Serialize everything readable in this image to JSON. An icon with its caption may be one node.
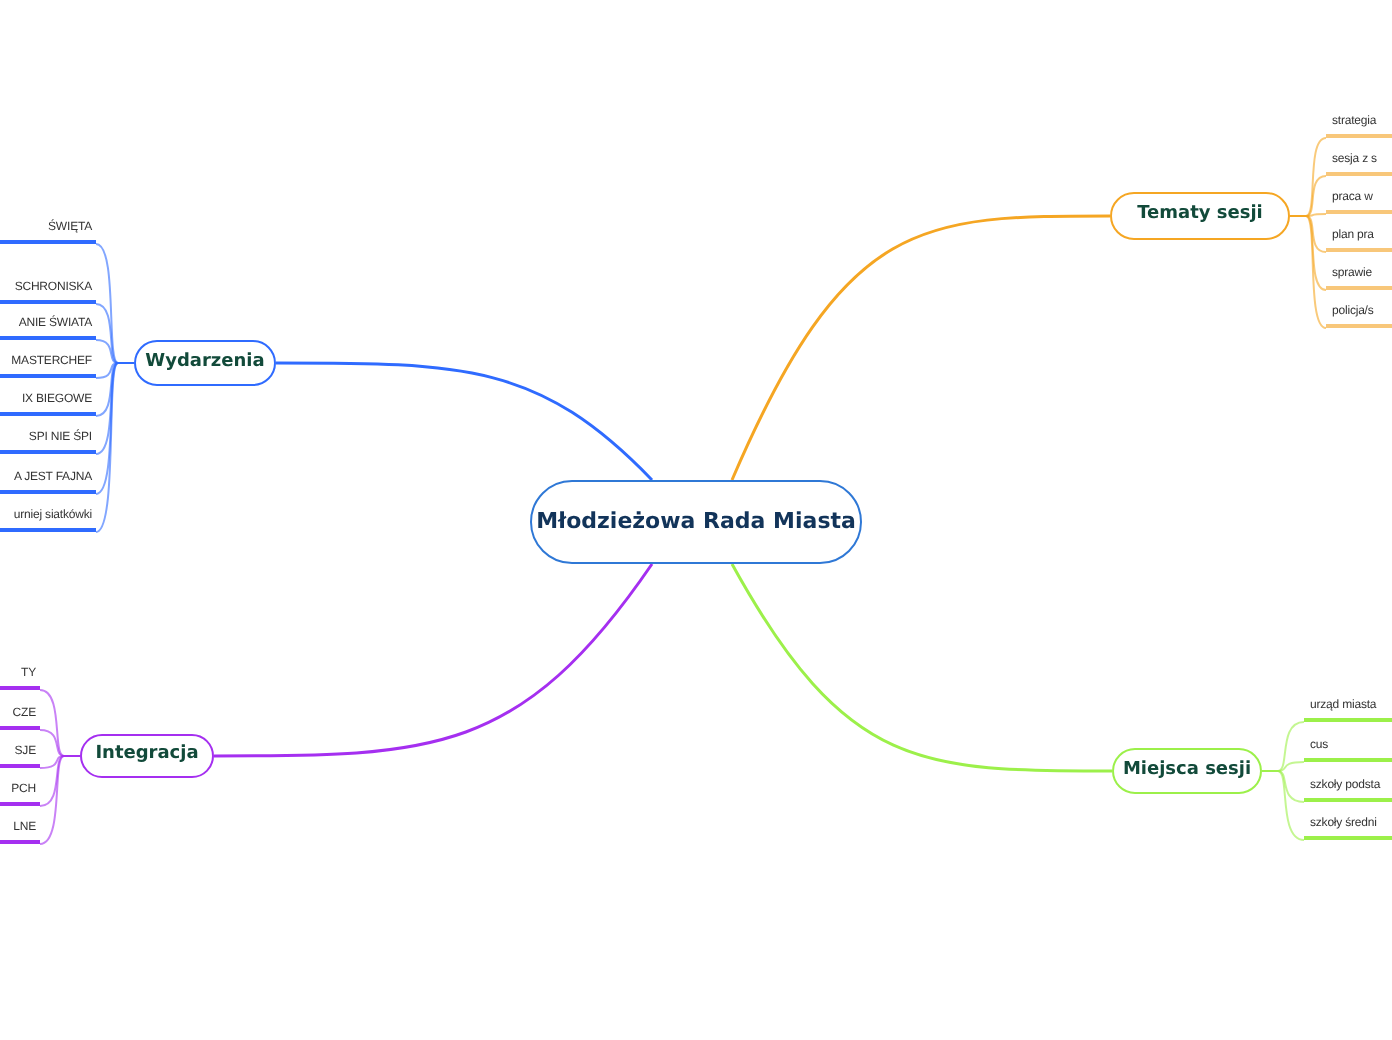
{
  "diagram": {
    "nodes": [
      {
        "text": [
          "Młodzieżowa Rada Miasta"
        ]
      },
      {
        "text": [
          "Tematy sesji"
        ]
      },
      {
        "text": [
          "strategia"
        ]
      },
      {
        "text": [
          "sesja z s"
        ]
      },
      {
        "text": [
          "praca w"
        ]
      },
      {
        "text": [
          "plan pra"
        ]
      },
      {
        "text": [
          "sprawie"
        ]
      },
      {
        "text": [
          "policja/s"
        ]
      },
      {
        "text": [
          "Miejsca sesji"
        ]
      },
      {
        "text": [
          "urząd miasta"
        ]
      },
      {
        "text": [
          "cus"
        ]
      },
      {
        "text": [
          "szkoły podsta"
        ]
      },
      {
        "text": [
          "szkoły średni"
        ]
      },
      {
        "text": [
          "Wydarzenia"
        ]
      },
      {
        "text": [
          "ŚWIĘTA"
        ]
      },
      {
        "text": [
          "SCHRONISKA"
        ]
      },
      {
        "text": [
          "ANIE ŚWIATA"
        ]
      },
      {
        "text": [
          "MASTERCHEF"
        ]
      },
      {
        "text": [
          "IX BIEGOWE"
        ]
      },
      {
        "text": [
          "SPI NIE ŚPI"
        ]
      },
      {
        "text": [
          "A JEST FAJNA"
        ]
      },
      {
        "text": [
          "urniej siatkówki"
        ]
      },
      {
        "text": [
          "Integracja"
        ]
      },
      {
        "text": [
          "TY"
        ]
      },
      {
        "text": [
          "CZE"
        ]
      },
      {
        "text": [
          "SJE"
        ]
      },
      {
        "text": [
          "PCH"
        ]
      },
      {
        "text": [
          "LNE"
        ]
      }
    ],
    "edges": [
      {
        "from": 0,
        "to": 1,
        "arrow": "none",
        "color": "#f5a623"
      },
      {
        "from": 1,
        "to": 2,
        "arrow": "none",
        "color": "#f5a623"
      },
      {
        "from": 1,
        "to": 3,
        "arrow": "none",
        "color": "#f5a623"
      },
      {
        "from": 1,
        "to": 4,
        "arrow": "none",
        "color": "#f5a623"
      },
      {
        "from": 1,
        "to": 5,
        "arrow": "none",
        "color": "#f5a623"
      },
      {
        "from": 1,
        "to": 6,
        "arrow": "none",
        "color": "#f5a623"
      },
      {
        "from": 1,
        "to": 7,
        "arrow": "none",
        "color": "#f5a623"
      },
      {
        "from": 0,
        "to": 8,
        "arrow": "none",
        "color": "#9cf04a"
      },
      {
        "from": 8,
        "to": 9,
        "arrow": "none",
        "color": "#9cf04a"
      },
      {
        "from": 8,
        "to": 10,
        "arrow": "none",
        "color": "#9cf04a"
      },
      {
        "from": 8,
        "to": 11,
        "arrow": "none",
        "color": "#9cf04a"
      },
      {
        "from": 8,
        "to": 12,
        "arrow": "none",
        "color": "#9cf04a"
      },
      {
        "from": 0,
        "to": 13,
        "arrow": "none"
      },
      {
        "from": 13,
        "to": 14,
        "arrow": "none"
      },
      {
        "from": 13,
        "to": 15,
        "arrow": "none"
      },
      {
        "from": 13,
        "to": 16,
        "arrow": "none"
      },
      {
        "from": 13,
        "to": 17,
        "arrow": "none"
      },
      {
        "from": 13,
        "to": 18,
        "arrow": "none"
      },
      {
        "from": 13,
        "to": 19,
        "arrow": "none"
      },
      {
        "from": 13,
        "to": 20,
        "arrow": "none"
      },
      {
        "from": 13,
        "to": 21,
        "arrow": "none"
      },
      {
        "from": 0,
        "to": 22,
        "arrow": "none",
        "color": "#a52ff0"
      },
      {
        "from": 22,
        "to": 23,
        "arrow": "none",
        "color": "#a52ff0"
      },
      {
        "from": 22,
        "to": 24,
        "arrow": "none",
        "color": "#a52ff0"
      },
      {
        "from": 22,
        "to": 25,
        "arrow": "none",
        "color": "#a52ff0"
      },
      {
        "from": 22,
        "to": 26,
        "arrow": "none",
        "color": "#a52ff0"
      },
      {
        "from": 22,
        "to": 27,
        "arrow": "none",
        "color": "#a52ff0"
      }
    ]
  }
}
